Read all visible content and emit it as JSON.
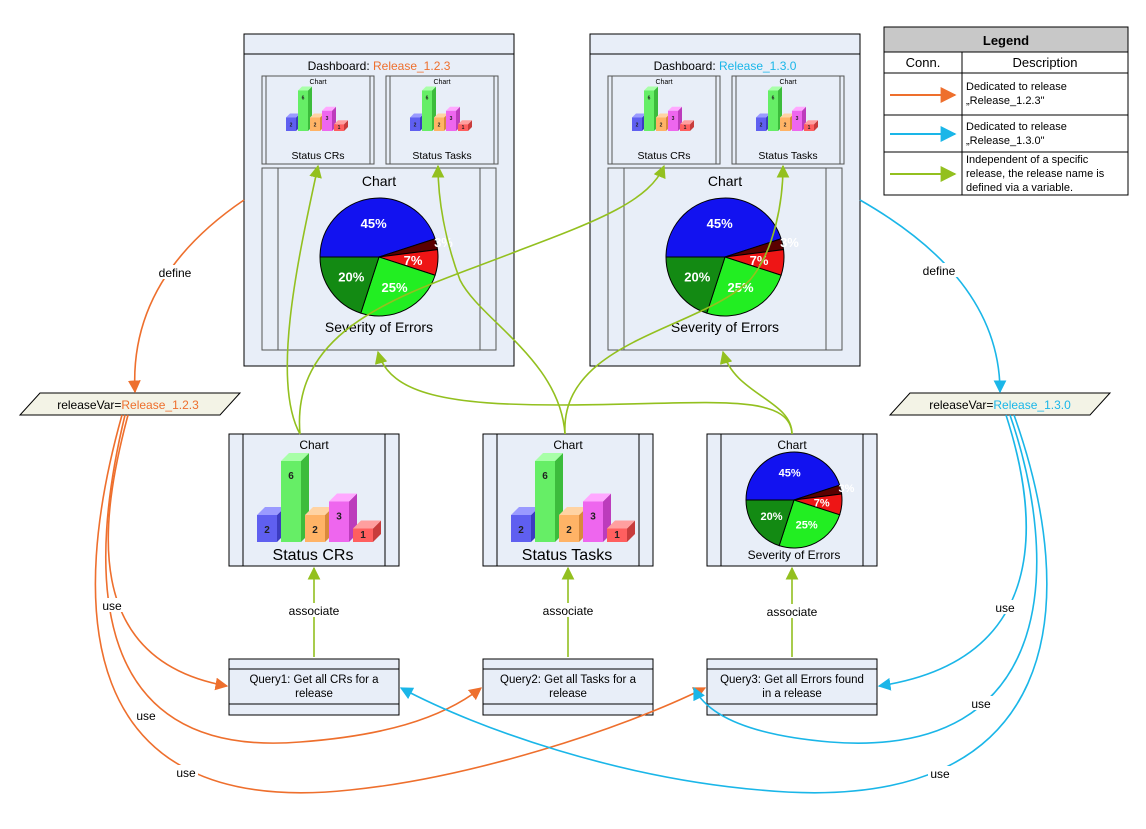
{
  "colors": {
    "release_123": "#ee6f2d",
    "release_130": "#1ab6e8",
    "independent": "#93c01f",
    "box_fill": "#e8eef8"
  },
  "legend": {
    "title": "Legend",
    "col_conn": "Conn.",
    "col_desc": "Description",
    "rows": [
      {
        "lines": [
          "Dedicated to release",
          "„Release_1.2.3\""
        ]
      },
      {
        "lines": [
          "Dedicated to release",
          "„Release_1.3.0\""
        ]
      },
      {
        "lines": [
          "Independent of a specific",
          "release, the release name is",
          "defined via a variable."
        ]
      }
    ]
  },
  "dashboards": [
    {
      "prefix": "Dashboard: ",
      "release": "Release_1.2.3"
    },
    {
      "prefix": "Dashboard: ",
      "release": "Release_1.3.0"
    }
  ],
  "mini_chart": {
    "header": "Chart",
    "status_crs": "Status CRs",
    "status_tasks": "Status Tasks"
  },
  "pie_chart": {
    "header": "Chart",
    "title": "Severity of Errors",
    "slices": [
      {
        "label": "45%",
        "value": 45
      },
      {
        "label": "20%",
        "value": 20
      },
      {
        "label": "25%",
        "value": 25
      },
      {
        "label": "7%",
        "value": 7
      },
      {
        "label": "3%",
        "value": 3
      }
    ]
  },
  "bar_chart": {
    "values": [
      2,
      6,
      2,
      3,
      1
    ]
  },
  "variables": [
    {
      "prefix": "releaseVar=",
      "value": "Release_1.2.3"
    },
    {
      "prefix": "releaseVar=",
      "value": "Release_1.3.0"
    }
  ],
  "charts": [
    {
      "header": "Chart",
      "title": "Status CRs"
    },
    {
      "header": "Chart",
      "title": "Status Tasks"
    },
    {
      "header": "Chart",
      "title": "Severity of Errors"
    }
  ],
  "queries": [
    {
      "lines": [
        "Query1: Get all CRs for a",
        "release"
      ]
    },
    {
      "lines": [
        "Query2: Get all Tasks for a",
        "release"
      ]
    },
    {
      "lines": [
        "Query3: Get all Errors found",
        "in a release"
      ]
    }
  ],
  "connector_labels": {
    "define": "define",
    "use": "use",
    "associate": "associate"
  }
}
